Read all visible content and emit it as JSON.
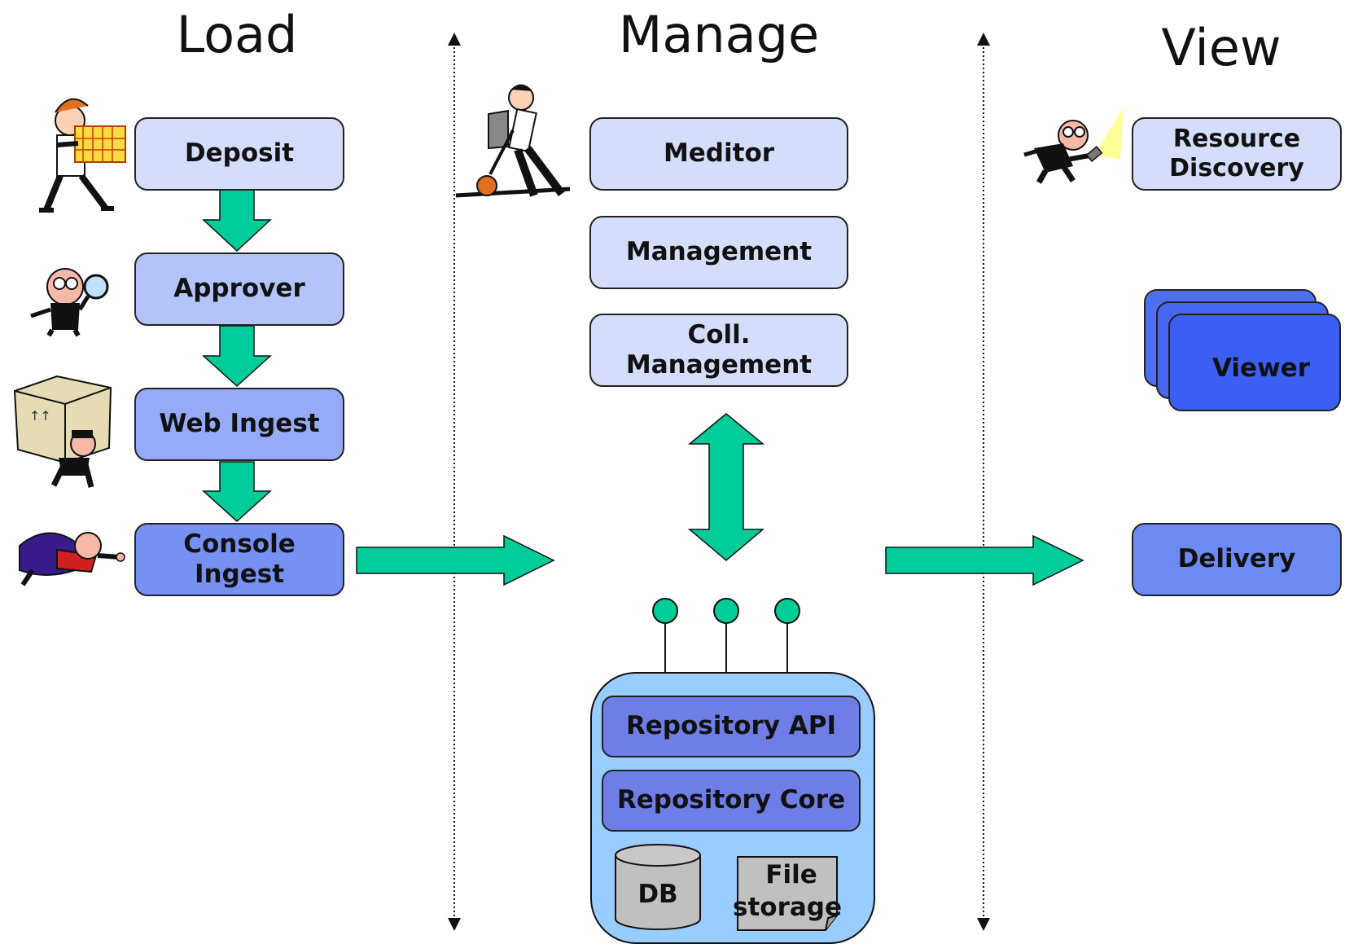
{
  "columns": {
    "load": "Load",
    "manage": "Manage",
    "view": "View"
  },
  "load": {
    "deposit": "Deposit",
    "approver": "Approver",
    "web_ingest": "Web Ingest",
    "console_ingest": "Console Ingest"
  },
  "manage": {
    "meditor": "Meditor",
    "management": "Management",
    "coll_management": "Coll. Management"
  },
  "repository": {
    "api": "Repository API",
    "core": "Repository Core",
    "db": "DB",
    "file_storage_line1": "File",
    "file_storage_line2": "storage"
  },
  "view": {
    "resource_discovery": "Resource Discovery",
    "viewer": "Viewer",
    "delivery": "Delivery"
  },
  "colors": {
    "arrow": "#00cc99",
    "box_light": "#d4ddfb",
    "box_mid": "#b4c4fb",
    "box_blue": "#6d8af4",
    "repository_container": "#99ccff",
    "storage_gray": "#c0c0c0"
  },
  "icons": [
    "clerk-with-chart-icon",
    "inspector-with-magnifier-icon",
    "man-carrying-box-icon",
    "flying-superhero-icon",
    "man-pushing-wheelbarrow-icon",
    "searcher-with-flashlight-icon"
  ]
}
